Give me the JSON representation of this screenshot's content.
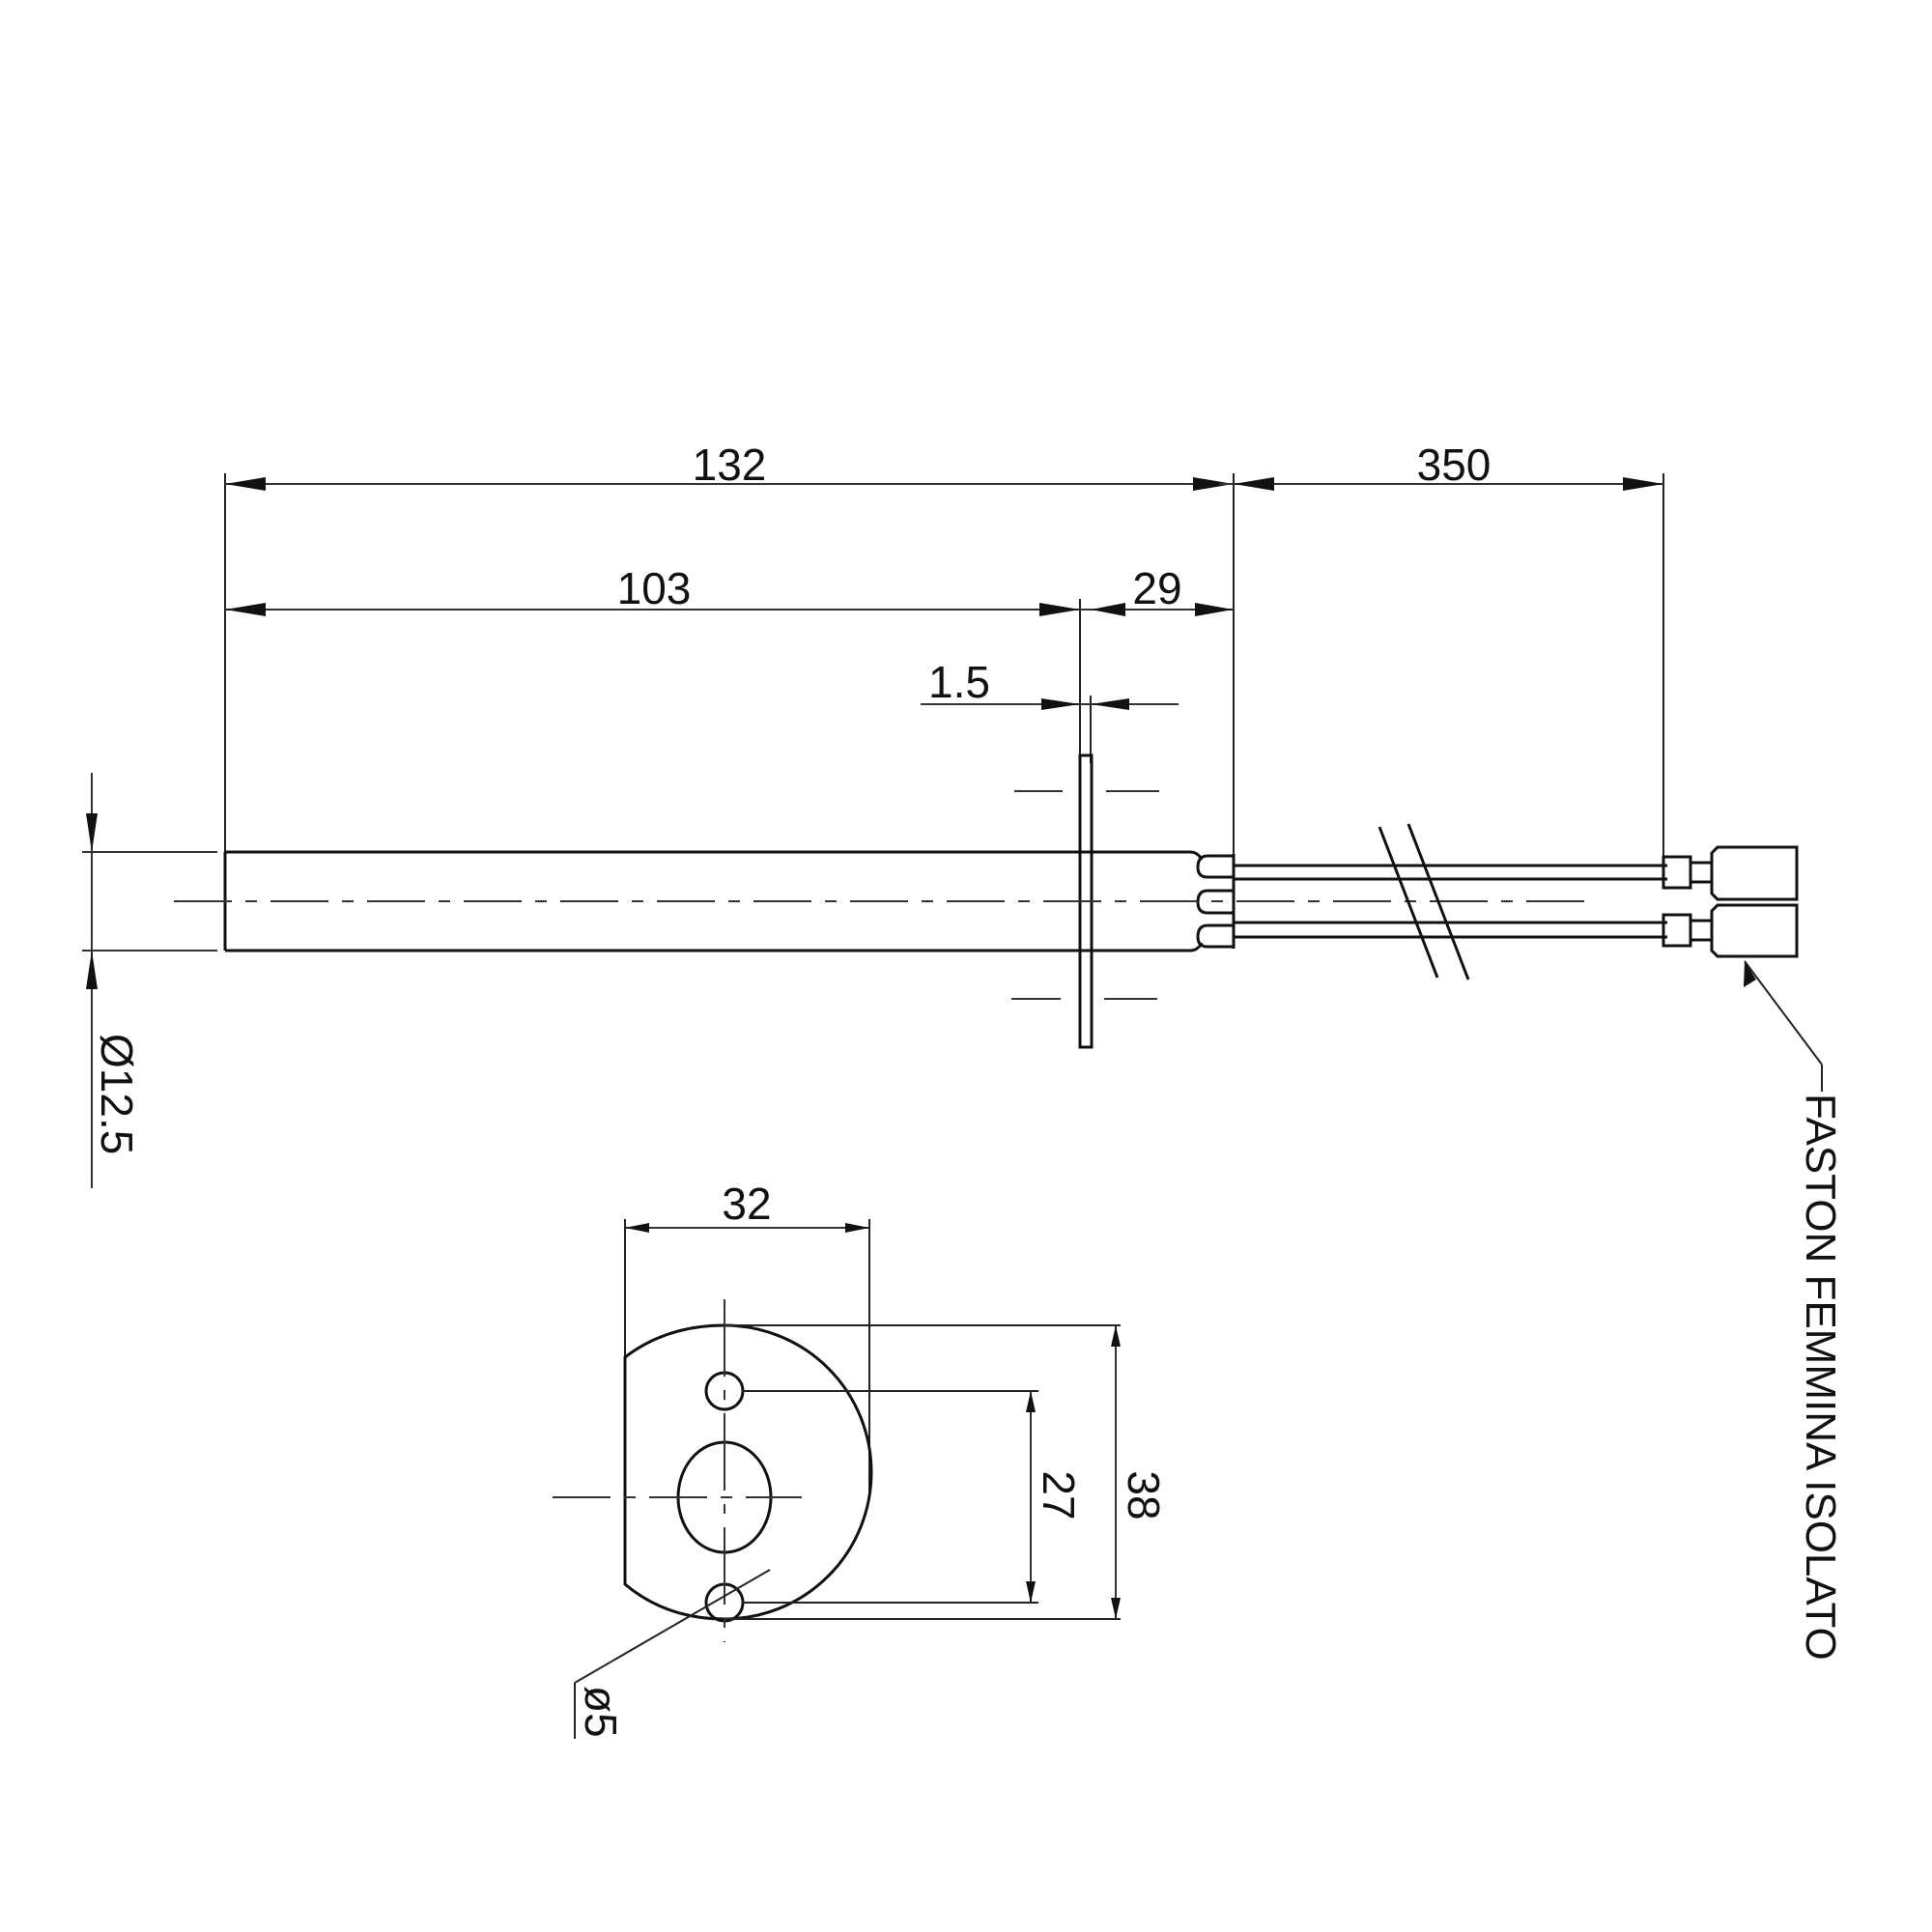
{
  "drawing": {
    "title": "Glow plug / heating element technical drawing",
    "side_view": {
      "dimensions": {
        "total_length": "132",
        "body_length": "103",
        "tail_length": "29",
        "flange_thickness": "1.5",
        "wire_length": "350",
        "diameter": "Ø12.5"
      }
    },
    "flange_view": {
      "dimensions": {
        "width": "32",
        "hole_spacing": "27",
        "height": "38",
        "hole_diameter": "ø5"
      }
    },
    "labels": {
      "connector_callout": "FASTON  FEMMINA  ISOLATO"
    },
    "colors": {
      "background": "#ffffff",
      "line": "#111111"
    }
  }
}
